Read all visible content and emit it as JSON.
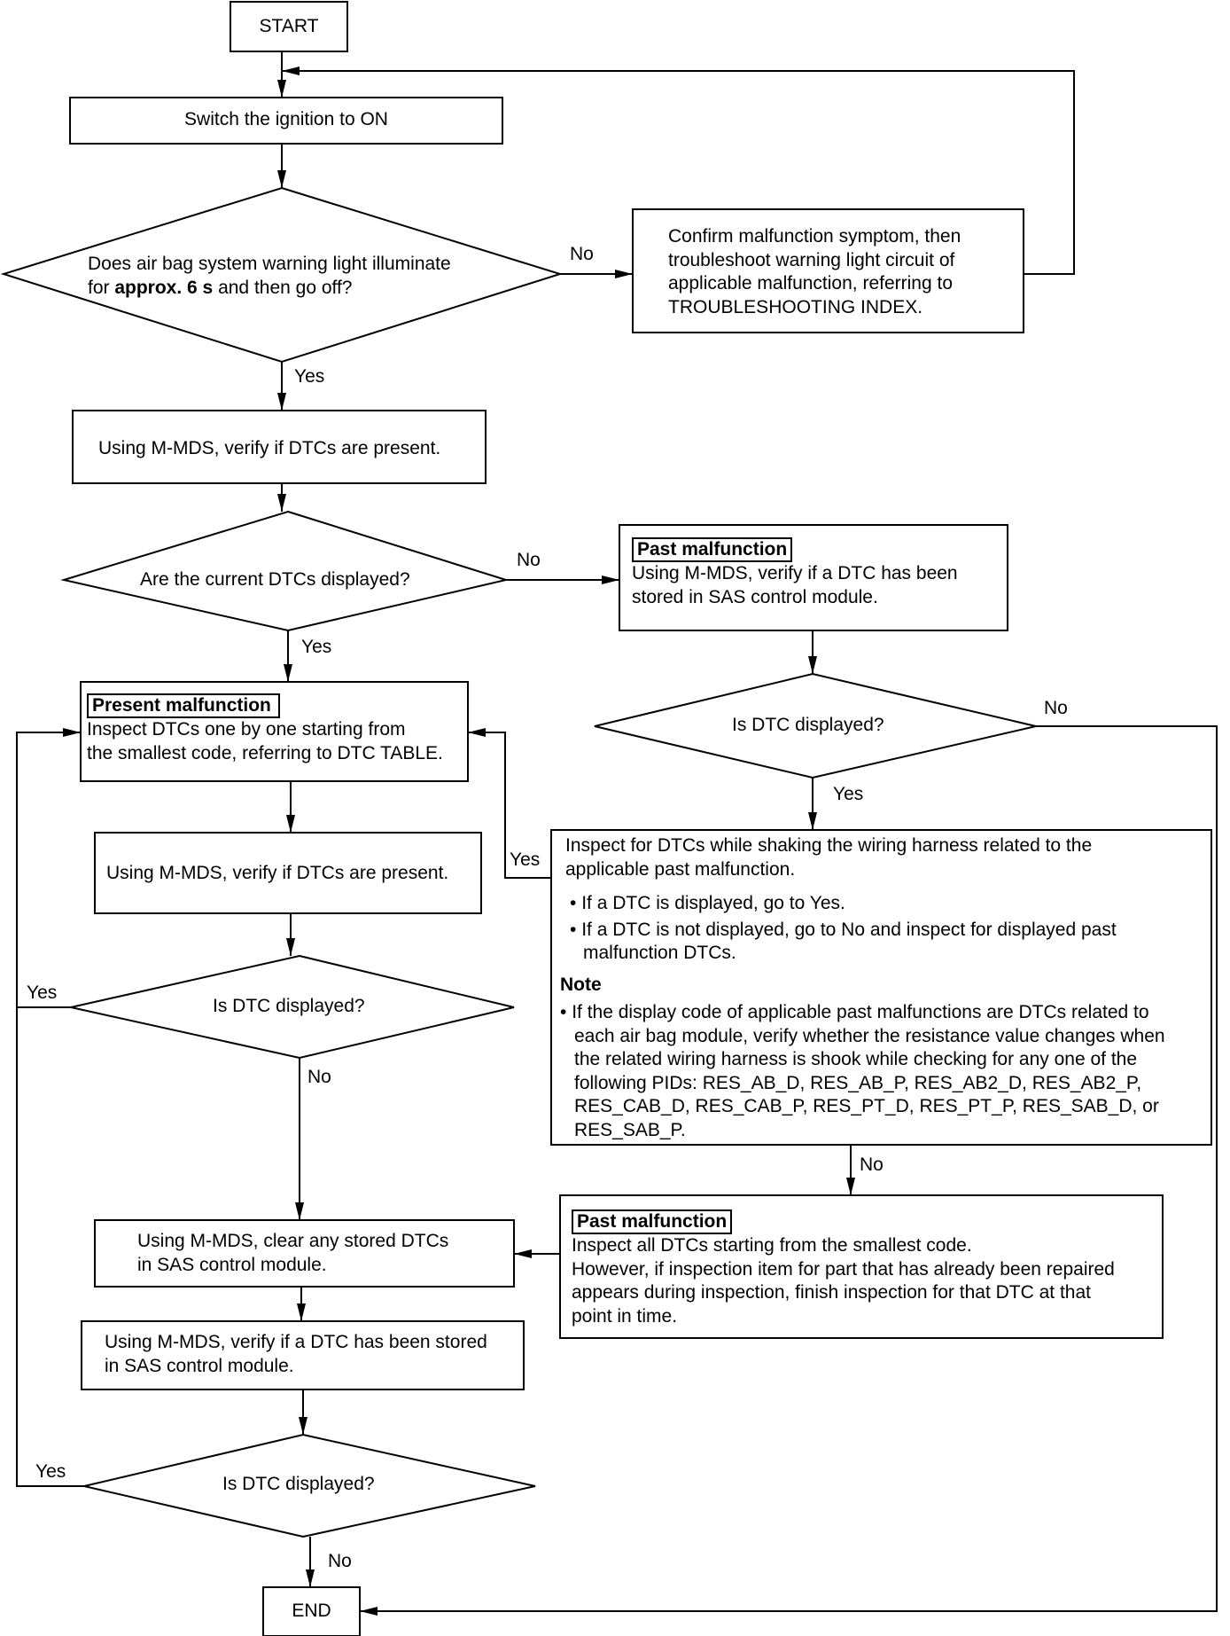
{
  "nodes": {
    "start": "START",
    "ignition_on": "Switch the ignition to ON",
    "warning_light_q": {
      "line1": "Does air bag system warning light illuminate",
      "line2_pre": "for ",
      "line2_bold": "approx. 6 s",
      "line2_post": " and then go off?"
    },
    "troubleshoot": [
      "Confirm malfunction symptom, then",
      "troubleshoot warning light circuit of",
      "applicable malfunction, referring to",
      "TROUBLESHOOTING INDEX."
    ],
    "verify_dtcs_1": "Using M-MDS, verify if DTCs are present.",
    "current_dtcs_q": "Are the current DTCs displayed?",
    "past_stored": {
      "tag": "Past malfunction",
      "lines": [
        "Using M-MDS, verify if a DTC has been",
        "stored in SAS control module."
      ]
    },
    "present_inspect": {
      "tag": "Present malfunction",
      "lines": [
        "Inspect DTCs one by one starting from",
        "the smallest code, referring to DTC TABLE."
      ]
    },
    "dtc_displayed_right_q": "Is DTC displayed?",
    "verify_dtcs_2": "Using M-MDS, verify if DTCs are present.",
    "shake_inspect": {
      "lines": [
        "Inspect for DTCs while shaking the wiring harness related to the",
        "applicable past malfunction."
      ],
      "bullets": [
        [
          "If a DTC is displayed, go to Yes."
        ],
        [
          "If a DTC is not displayed, go to No and inspect for displayed past",
          "malfunction DTCs."
        ]
      ],
      "note_title": "Note",
      "note_lines": [
        "If the display code of applicable past malfunctions are DTCs related to",
        "each air bag module, verify whether the resistance value changes when",
        "the related wiring harness is shook while checking for any one of the",
        "following PIDs: RES_AB_D, RES_AB_P, RES_AB2_D, RES_AB2_P,",
        "RES_CAB_D, RES_CAB_P, RES_PT_D, RES_PT_P, RES_SAB_D, or",
        "RES_SAB_P."
      ]
    },
    "dtc_displayed_left_q": "Is DTC displayed?",
    "past_inspect_all": {
      "tag": "Past malfunction",
      "lines": [
        "Inspect all DTCs starting from the smallest code.",
        "However, if inspection item for part that has already been repaired",
        "appears during inspection, finish inspection for that DTC at that",
        "point in time."
      ]
    },
    "clear_dtcs": [
      "Using M-MDS, clear any stored DTCs",
      "in SAS control module."
    ],
    "verify_stored": [
      "Using M-MDS, verify if a DTC has been stored",
      "in SAS control module."
    ],
    "dtc_displayed_bottom_q": "Is DTC displayed?",
    "end": "END"
  },
  "branch_labels": {
    "yes": "Yes",
    "no": "No"
  }
}
